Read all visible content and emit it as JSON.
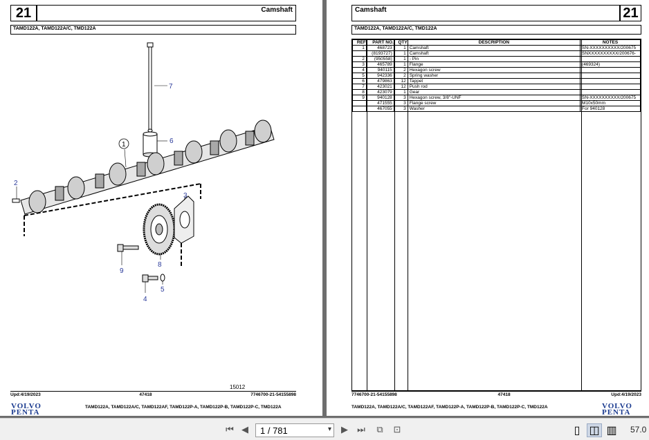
{
  "left_page": {
    "section_number": "21",
    "title": "Camshaft",
    "models": "TAMD122A, TAMD122A/C, TMD122A",
    "figure_number": "15012",
    "callouts": [
      "1",
      "2",
      "3",
      "4",
      "5",
      "6",
      "7",
      "8",
      "9"
    ],
    "footer_left": "Upd:4/19/2023",
    "footer_center": "47418",
    "footer_right": "7746700-21-54155898",
    "footer_models": "TAMD122A, TAMD122A/C, TAMD122AF, TAMD122P-A, TAMD122P-B, TAMD122P-C, TMD122A",
    "logo_top": "VOLVO",
    "logo_bottom": "PENTA"
  },
  "right_page": {
    "section_number": "21",
    "title": "Camshaft",
    "models": "TAMD122A, TAMD122A/C, TMD122A",
    "table": {
      "headers": [
        "REF",
        "PART NO.",
        "QTY",
        "DESCRIPTION",
        "NOTES"
      ],
      "rows": [
        [
          "1",
          "468723",
          "1",
          "Camshaft",
          "SN-XXXXXXXXXX/200675"
        ],
        [
          "",
          "(8193727)",
          "1",
          "Camshaft",
          "SNXXXXXXXXXX/200676-"
        ],
        [
          "2",
          "(950558)",
          "1",
          "- Pin",
          ""
        ],
        [
          "3",
          "465789",
          "1",
          "Flange",
          "(469324)"
        ],
        [
          "4",
          "940115",
          "2",
          "Hexagon screw",
          ""
        ],
        [
          "5",
          "942336",
          "2",
          "Spring washer",
          ""
        ],
        [
          "6",
          "479863",
          "12",
          "Tappet",
          ""
        ],
        [
          "7",
          "423021",
          "12",
          "Push rod",
          ""
        ],
        [
          "8",
          "423079",
          "1",
          "Gear",
          ""
        ],
        [
          "9",
          "940128",
          "3",
          "Hexagon screw, 3/8\"-UNF",
          "SN-XXXXXXXXXX/200675"
        ],
        [
          "",
          "471555",
          "3",
          "Flange screw",
          "M10x50mm"
        ],
        [
          "",
          "467055",
          "3",
          "Washer",
          "For 940128"
        ]
      ]
    },
    "footer_left": "7746700-21-54155898",
    "footer_center": "47418",
    "footer_right": "Upd:4/19/2023",
    "footer_models": "TAMD122A, TAMD122A/C, TAMD122AF, TAMD122P-A, TAMD122P-B, TAMD122P-C, TMD122A",
    "logo_top": "VOLVO",
    "logo_bottom": "PENTA"
  },
  "toolbar": {
    "page_indicator": "1 / 781",
    "zoom": "57.0",
    "icons": [
      "first-page-icon",
      "prev-page-icon",
      "next-page-icon",
      "last-page-icon",
      "rotate-icon",
      "fit-icon",
      "single-page-icon",
      "continuous-icon",
      "two-page-icon",
      "two-page-continuous-icon"
    ]
  }
}
